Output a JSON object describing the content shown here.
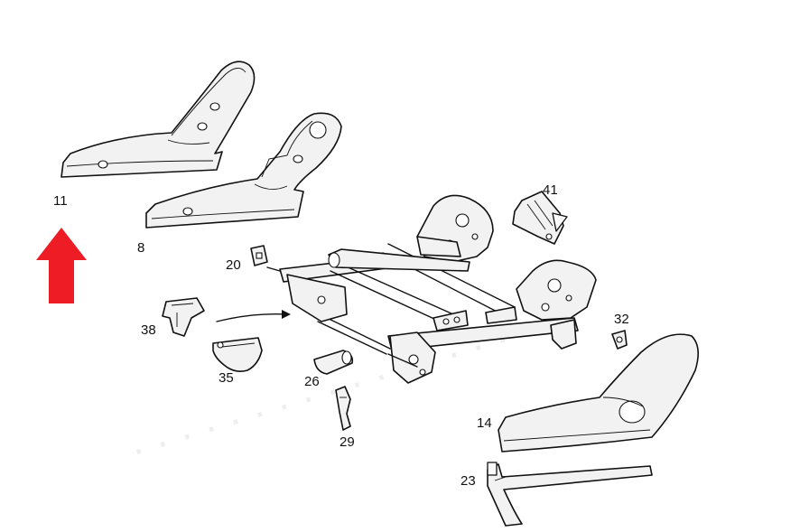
{
  "diagram": {
    "title": "Seat frame exploded parts diagram",
    "colors": {
      "arrow": "#ee1c25",
      "line": "#111111",
      "part_fill": "#f2f2f2",
      "background": "#ffffff"
    },
    "labels": {
      "p11": "11",
      "p8": "8",
      "p20": "20",
      "p41": "41",
      "p38": "38",
      "p35": "35",
      "p26": "26",
      "p29": "29",
      "p32": "32",
      "p14": "14",
      "p23": "23"
    }
  }
}
